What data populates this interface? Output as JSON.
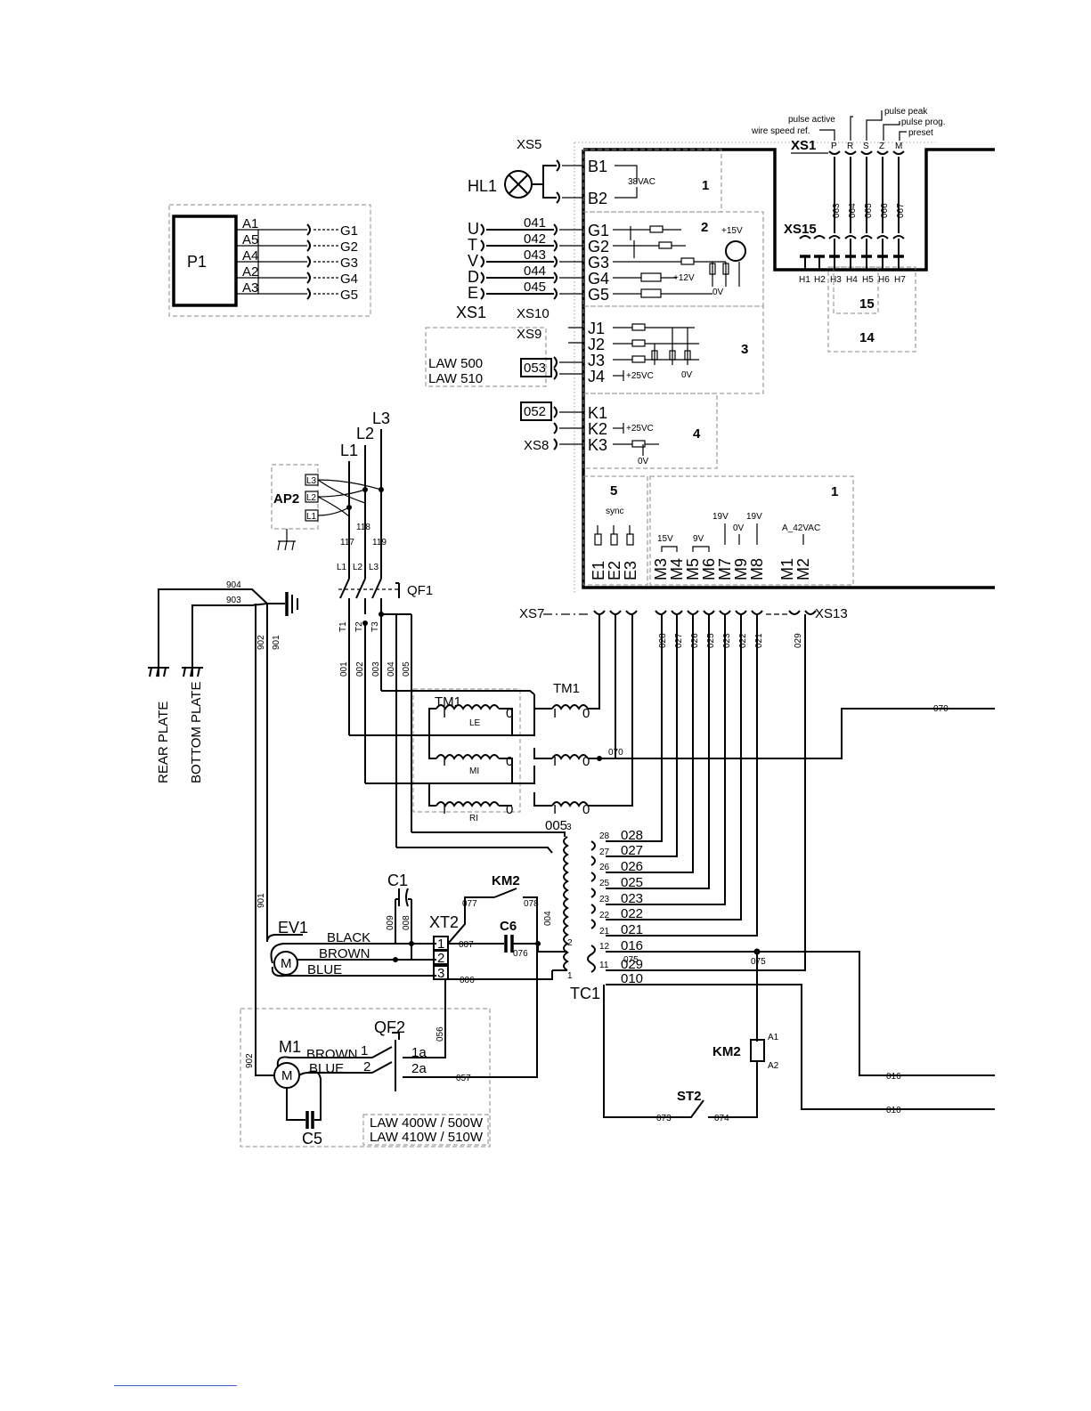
{
  "p1": {
    "title": "P1",
    "pins": [
      "A1",
      "A5",
      "A4",
      "A2",
      "A3"
    ],
    "targets": [
      "G1",
      "G2",
      "G3",
      "G4",
      "G5"
    ]
  },
  "connector_labels": {
    "xs5": "XS5",
    "xs1_left": "XS1",
    "xs10": "XS10",
    "xs9": "XS9",
    "xs8": "XS8",
    "xs7": "XS7",
    "xs13": "XS13",
    "xs1_top": "XS1",
    "xs15": "XS15"
  },
  "lamp": {
    "label": "HL1",
    "voltage": "38VAC"
  },
  "block_b": {
    "pins": [
      "B1",
      "B2"
    ]
  },
  "block_g": {
    "inputs": [
      "U",
      "T",
      "V",
      "D",
      "E"
    ],
    "wires": [
      "041",
      "042",
      "043",
      "044",
      "045"
    ],
    "pins": [
      "G1",
      "G2",
      "G3",
      "G4",
      "G5"
    ],
    "v15": "+15V",
    "v12": "+12V",
    "v0": "0V"
  },
  "block_j": {
    "pins": [
      "J1",
      "J2",
      "J3",
      "J4"
    ],
    "v25": "+25VC",
    "v0": "0V",
    "law_a": "LAW 500",
    "law_b": "LAW 510",
    "jumper": "053"
  },
  "block_k": {
    "pins": [
      "K1",
      "K2",
      "K3"
    ],
    "v25": "+25VC",
    "v0": "0V",
    "jumper": "052"
  },
  "board_numbers": {
    "n1_top": "1",
    "n2": "2",
    "n3": "3",
    "n4": "4",
    "n5": "5",
    "n1_bottom": "1",
    "n15": "15",
    "n14": "14"
  },
  "top_signals": {
    "labels": [
      "pulse active",
      "pulse peak",
      "pulse prog.",
      "wire speed ref.",
      "preset"
    ],
    "pins": [
      "P",
      "R",
      "S",
      "Z",
      "M"
    ],
    "wires": [
      "063",
      "064",
      "065",
      "066",
      "067"
    ],
    "h_pins": [
      "H1",
      "H2",
      "H3",
      "H4",
      "H5",
      "H6",
      "H7"
    ]
  },
  "bottom_pins": {
    "sync": "sync",
    "e_pins": [
      "E1",
      "E2",
      "E3"
    ],
    "m_pins": [
      "M3",
      "M4",
      "M5",
      "M6",
      "M7",
      "M9",
      "M8",
      "M1",
      "M2"
    ],
    "v15": "15V",
    "v9": "9V",
    "v19a": "19V",
    "v0": "0V",
    "v19b": "19V",
    "a42": "A_42VAC",
    "wires": [
      "028",
      "027",
      "026",
      "025",
      "023",
      "022",
      "021",
      "029"
    ]
  },
  "ap2": {
    "title": "AP2",
    "pins": [
      "L3",
      "L2",
      "L1"
    ]
  },
  "mains": {
    "lines": [
      "L1",
      "L2",
      "L3"
    ],
    "wires": [
      "117",
      "118",
      "119"
    ],
    "qf1_terms": [
      "L1",
      "L2",
      "L3"
    ],
    "qf1": "QF1",
    "t_terms": [
      "T1",
      "T2",
      "T3"
    ]
  },
  "ground_wires": [
    "904",
    "903",
    "902",
    "901"
  ],
  "plates": {
    "rear": "REAR PLATE",
    "bottom": "BOTTOM PLATE"
  },
  "tm1": {
    "label": "TM1",
    "label2": "TM1",
    "windings": [
      "LE",
      "MI",
      "RI"
    ],
    "ends": [
      "I",
      "0"
    ],
    "w070": "070"
  },
  "wires_main": [
    "001",
    "002",
    "003",
    "004",
    "005"
  ],
  "tc1": {
    "label": "TC1",
    "taps": [
      "28",
      "27",
      "26",
      "25",
      "23",
      "22",
      "21",
      "12",
      "11"
    ],
    "tap_wires": [
      "028",
      "027",
      "026",
      "025",
      "023",
      "022",
      "021",
      "016",
      "029",
      "010"
    ],
    "primary": [
      "005",
      "3",
      "2",
      "1"
    ],
    "w004": "004",
    "w075": "075",
    "w075b": "075"
  },
  "motor_ev1": {
    "label": "EV1",
    "m": "M",
    "colors": [
      "BLACK",
      "BROWN",
      "BLUE"
    ],
    "wires": [
      "009",
      "008",
      "007",
      "006"
    ],
    "c1": "C1"
  },
  "xt2": {
    "label": "XT2",
    "pins": [
      "1",
      "2",
      "3"
    ]
  },
  "km2": {
    "label": "KM2",
    "coil_label": "KM2",
    "w077": "077",
    "w078": "078",
    "c6": "C6",
    "w076": "076",
    "a1": "A1",
    "a2": "A2"
  },
  "st2": {
    "label": "ST2",
    "w073": "073",
    "w074": "074"
  },
  "m1_block": {
    "label": "M1",
    "m": "M",
    "qf2": "QF2",
    "brown": "BROWN",
    "blue": "BLUE",
    "t1": "1",
    "t2": "2",
    "t1a": "1a",
    "t2a": "2a",
    "w056": "056",
    "w057": "057",
    "c5": "C5",
    "law1": "LAW 400W / 500W",
    "law2": "LAW 410W / 510W"
  },
  "right_wires": {
    "w070": "070",
    "w016": "016",
    "w010": "010"
  }
}
